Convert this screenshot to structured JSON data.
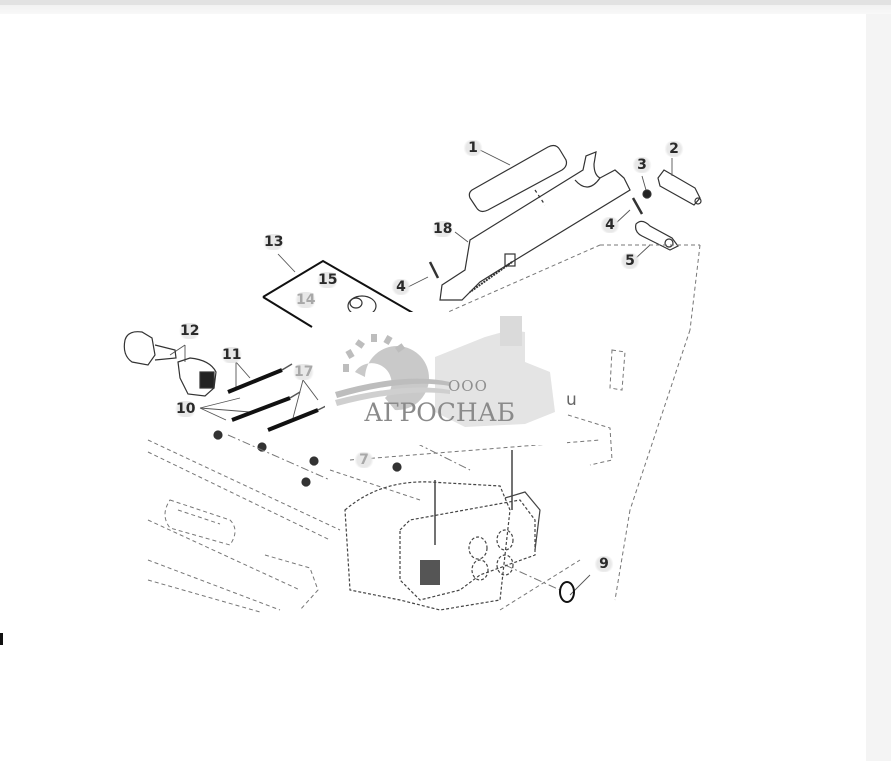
{
  "viewer": {
    "background_color": "#f4f4f4",
    "card_color": "#ffffff"
  },
  "diagram": {
    "kind": "exploded parts diagram",
    "callouts": [
      {
        "id": "1",
        "label": "1"
      },
      {
        "id": "2",
        "label": "2"
      },
      {
        "id": "3",
        "label": "3"
      },
      {
        "id": "4a",
        "label": "4"
      },
      {
        "id": "4b",
        "label": "4"
      },
      {
        "id": "5",
        "label": "5"
      },
      {
        "id": "7",
        "label": "7"
      },
      {
        "id": "9",
        "label": "9"
      },
      {
        "id": "10",
        "label": "10"
      },
      {
        "id": "11",
        "label": "11"
      },
      {
        "id": "12",
        "label": "12"
      },
      {
        "id": "13",
        "label": "13"
      },
      {
        "id": "14",
        "label": "14"
      },
      {
        "id": "15",
        "label": "15"
      },
      {
        "id": "17",
        "label": "17"
      },
      {
        "id": "18",
        "label": "18"
      }
    ],
    "frame_mark": "u"
  },
  "watermark": {
    "prefix": "ООО",
    "name": "АГРОСНАБ",
    "icon": "gear-combine-harvester-logo",
    "color": "#8a8a8a"
  }
}
